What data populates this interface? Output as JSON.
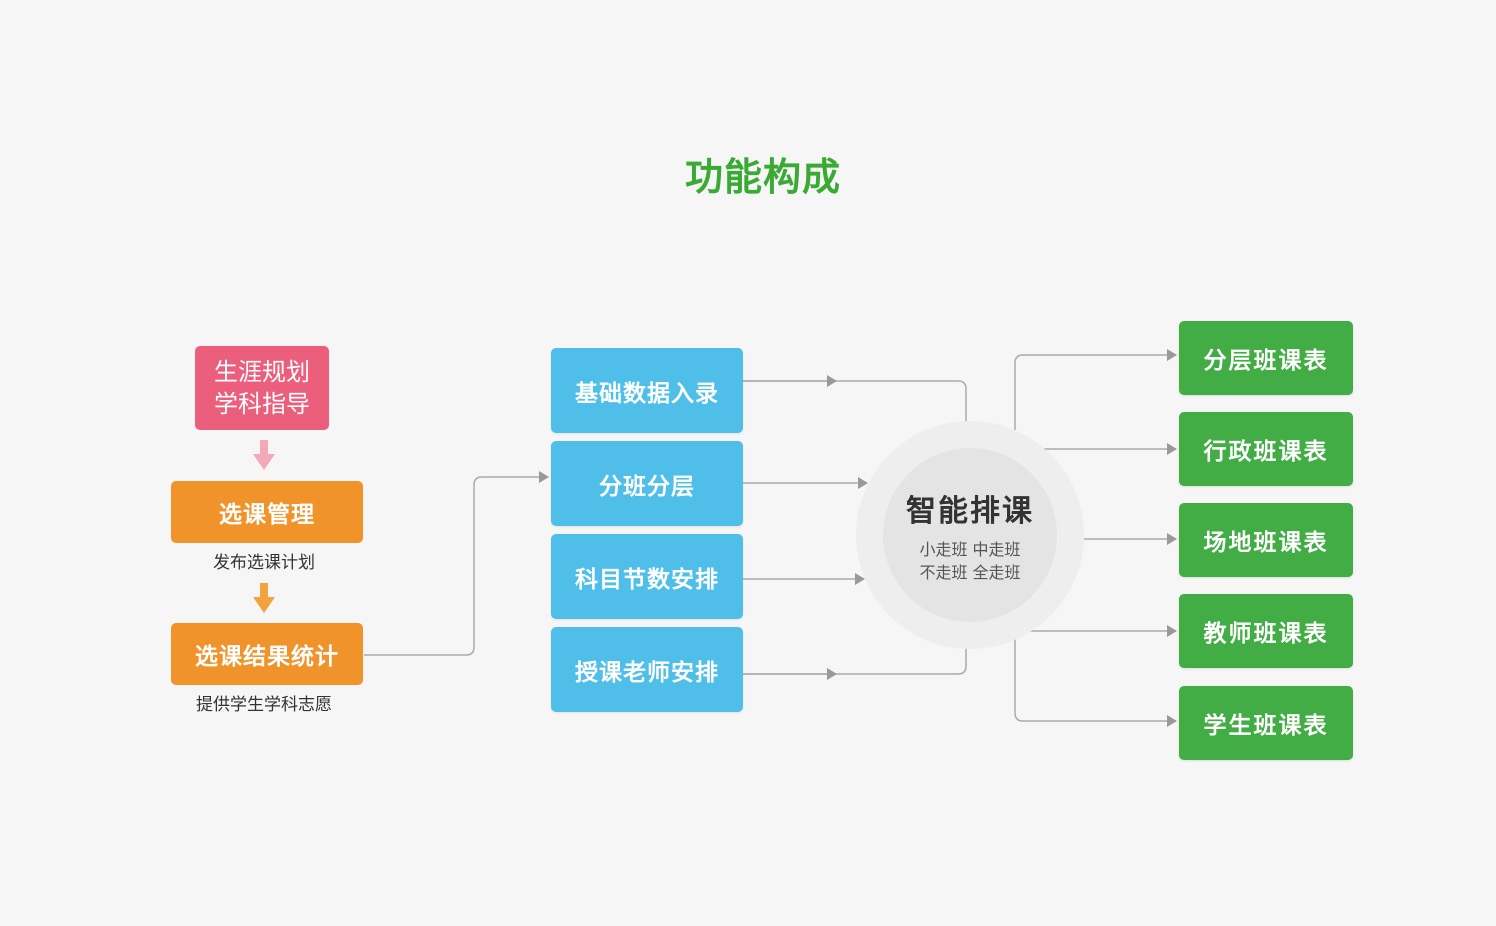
{
  "title": "功能构成",
  "left": {
    "career_line1": "生涯规划",
    "career_line2": "学科指导",
    "course_selection": "选课管理",
    "course_selection_caption": "发布选课计划",
    "selection_stats": "选课结果统计",
    "selection_stats_caption": "提供学生学科志愿"
  },
  "middle": {
    "items": [
      "基础数据入录",
      "分班分层",
      "科目节数安排",
      "授课老师安排"
    ]
  },
  "hub": {
    "title": "智能排课",
    "line1": "小走班 中走班",
    "line2": "不走班 全走班"
  },
  "right": {
    "items": [
      "分层班课表",
      "行政班课表",
      "场地班课表",
      "教师班课表",
      "学生班课表"
    ]
  },
  "colors": {
    "title": "#3aaa35",
    "pink": "#ec5f7c",
    "orange": "#f0932a",
    "blue": "#4fbfea",
    "green": "#42ac45",
    "connector": "#999999"
  }
}
